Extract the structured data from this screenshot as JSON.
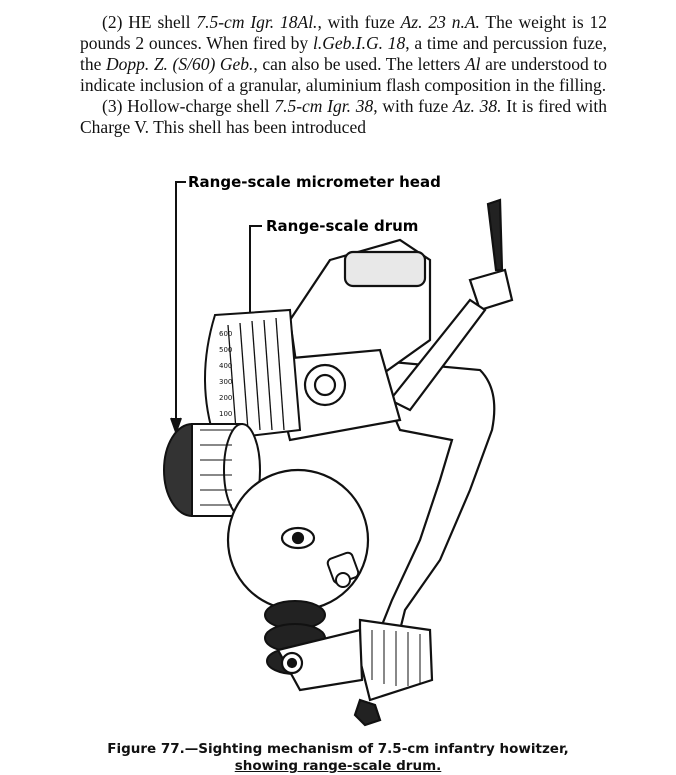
{
  "paragraphs": {
    "p2": {
      "s1": "(2) HE shell ",
      "s2": "7.5-cm Igr. 18Al.",
      "s3": ", with fuze ",
      "s4": "Az. 23 n.A.",
      "s5": " The weight is 12 pounds 2 ounces. When fired by ",
      "s6": "l.Geb.I.G. 18",
      "s7": ", a time and percussion fuze, the ",
      "s8": "Dopp. Z. (S/60) Geb.",
      "s9": ", can also be used. The letters ",
      "s10": "Al",
      "s11": " are understood to indicate inclusion of a granular, aluminium flash composition in the filling."
    },
    "p3": {
      "s1": "(3) Hollow-charge shell ",
      "s2": "7.5-cm Igr. 38",
      "s3": ", with fuze ",
      "s4": "Az. 38.",
      "s5": " It is fired with Charge V. This shell has been introduced"
    }
  },
  "figure": {
    "callout_micrometer": "Range-scale micrometer head",
    "callout_drum": "Range-scale drum",
    "scale_marks": [
      "600",
      "500",
      "400",
      "300",
      "200",
      "100"
    ]
  },
  "caption": {
    "line1": "Figure 77.—Sighting mechanism of 7.5-cm infantry howitzer,",
    "line2": "showing range-scale drum."
  }
}
